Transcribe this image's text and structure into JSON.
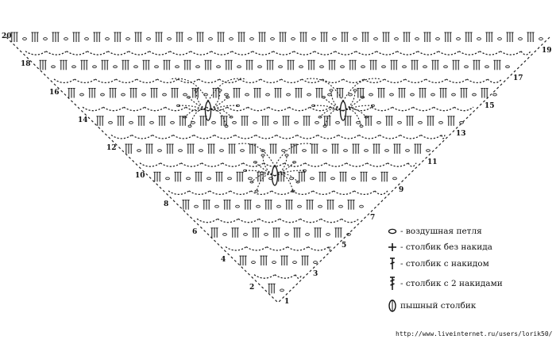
{
  "diagram": {
    "row_labels": [
      "1",
      "2",
      "3",
      "4",
      "5",
      "6",
      "7",
      "8",
      "9",
      "10",
      "11",
      "12",
      "13",
      "14",
      "15",
      "16",
      "17",
      "18",
      "19",
      "20"
    ]
  },
  "legend": {
    "items": [
      {
        "symbol": "chain-icon",
        "text": "- воздушная петля"
      },
      {
        "symbol": "single-crochet-icon",
        "text": "- столбик без накида"
      },
      {
        "symbol": "double-crochet-icon",
        "text": "- столбик с накидом"
      },
      {
        "symbol": "treble-crochet-icon",
        "text": "- столбик с 2 накидами"
      },
      {
        "symbol": "puff-stitch-icon",
        "text": "пышный столбик"
      }
    ]
  },
  "source_url": "http://www.liveinternet.ru/users/lorik50/"
}
